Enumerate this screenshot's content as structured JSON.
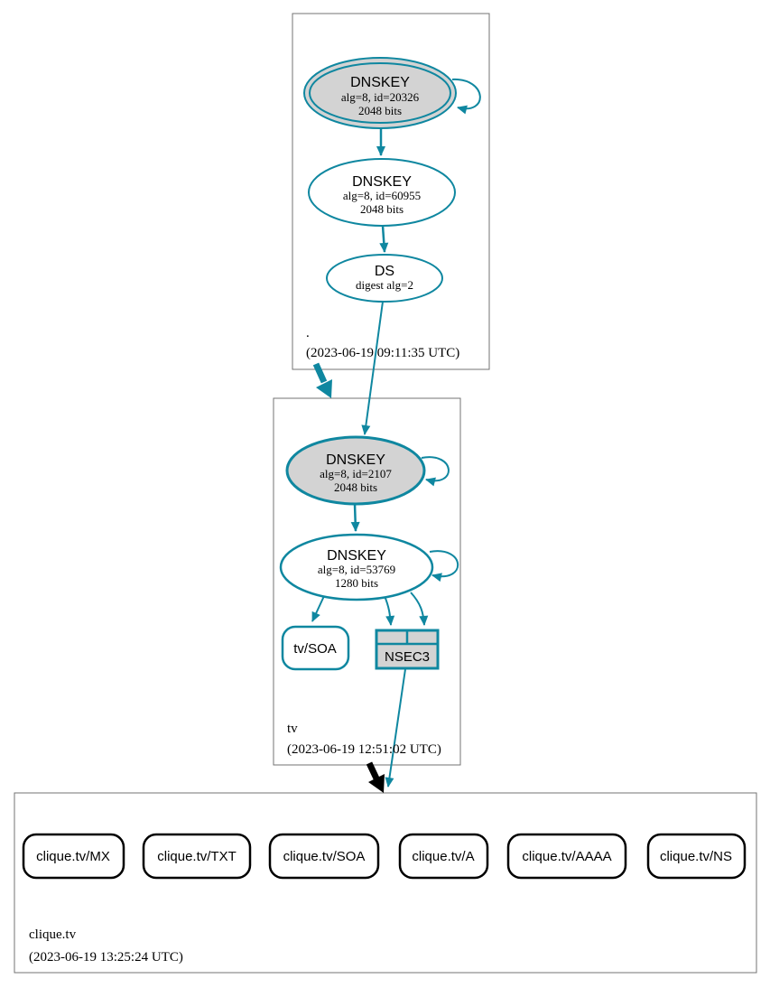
{
  "colors": {
    "secure_teal": "#0f87a0",
    "ksk_fill": "#d3d3d3",
    "cluster_border": "#737373",
    "rrset_border": "#000000"
  },
  "zones": {
    "root": {
      "name": ".",
      "timestamp": "(2023-06-19 09:11:35 UTC)",
      "ksk": {
        "type": "DNSKEY",
        "detail": "alg=8, id=20326",
        "bits": "2048 bits"
      },
      "zsk": {
        "type": "DNSKEY",
        "detail": "alg=8, id=60955",
        "bits": "2048 bits"
      },
      "ds": {
        "type": "DS",
        "detail": "digest alg=2"
      }
    },
    "tv": {
      "name": "tv",
      "timestamp": "(2023-06-19 12:51:02 UTC)",
      "ksk": {
        "type": "DNSKEY",
        "detail": "alg=8, id=2107",
        "bits": "2048 bits"
      },
      "zsk": {
        "type": "DNSKEY",
        "detail": "alg=8, id=53769",
        "bits": "1280 bits"
      },
      "soa": {
        "label": "tv/SOA"
      },
      "nsec3": {
        "label": "NSEC3"
      }
    },
    "clique_tv": {
      "name": "clique.tv",
      "timestamp": "(2023-06-19 13:25:24 UTC)",
      "rrsets": [
        {
          "label": "clique.tv/MX"
        },
        {
          "label": "clique.tv/TXT"
        },
        {
          "label": "clique.tv/SOA"
        },
        {
          "label": "clique.tv/A"
        },
        {
          "label": "clique.tv/AAAA"
        },
        {
          "label": "clique.tv/NS"
        }
      ]
    }
  }
}
